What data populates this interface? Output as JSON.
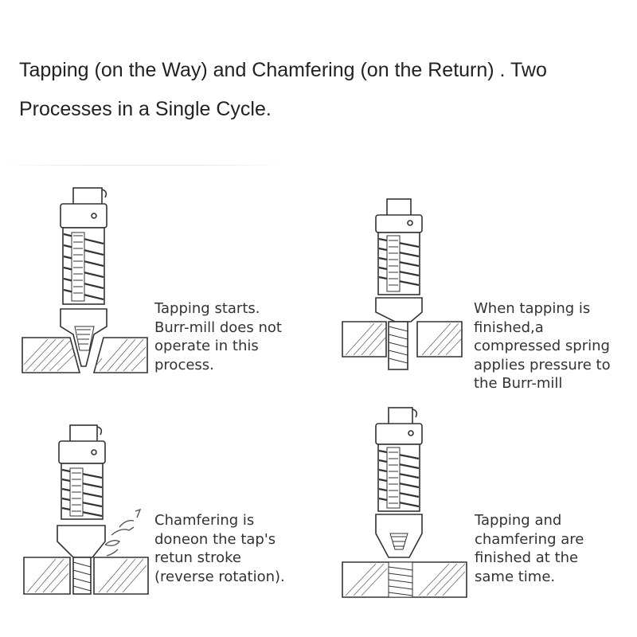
{
  "title": "Tapping (on the Way) and Chamfering (on the Return) . Two Processes in a Single Cycle.",
  "steps": [
    {
      "caption": "Tapping starts.\nBurr-mill does not\noperate in this\nprocess.",
      "stage": "tapping-start"
    },
    {
      "caption": "When tapping is\nfinished,a\ncompressed spring\napplies pressure to\nthe Burr-mill",
      "stage": "spring-compressed"
    },
    {
      "caption": "Chamfering is\ndoneon the tap's\nretun stroke\n(reverse rotation).",
      "stage": "chamfering"
    },
    {
      "caption": "Tapping and\nchamfering are\nfinished at the\nsame time.",
      "stage": "finished"
    }
  ],
  "colors": {
    "line": "#333333",
    "text": "#333333",
    "chip": "#555555"
  }
}
